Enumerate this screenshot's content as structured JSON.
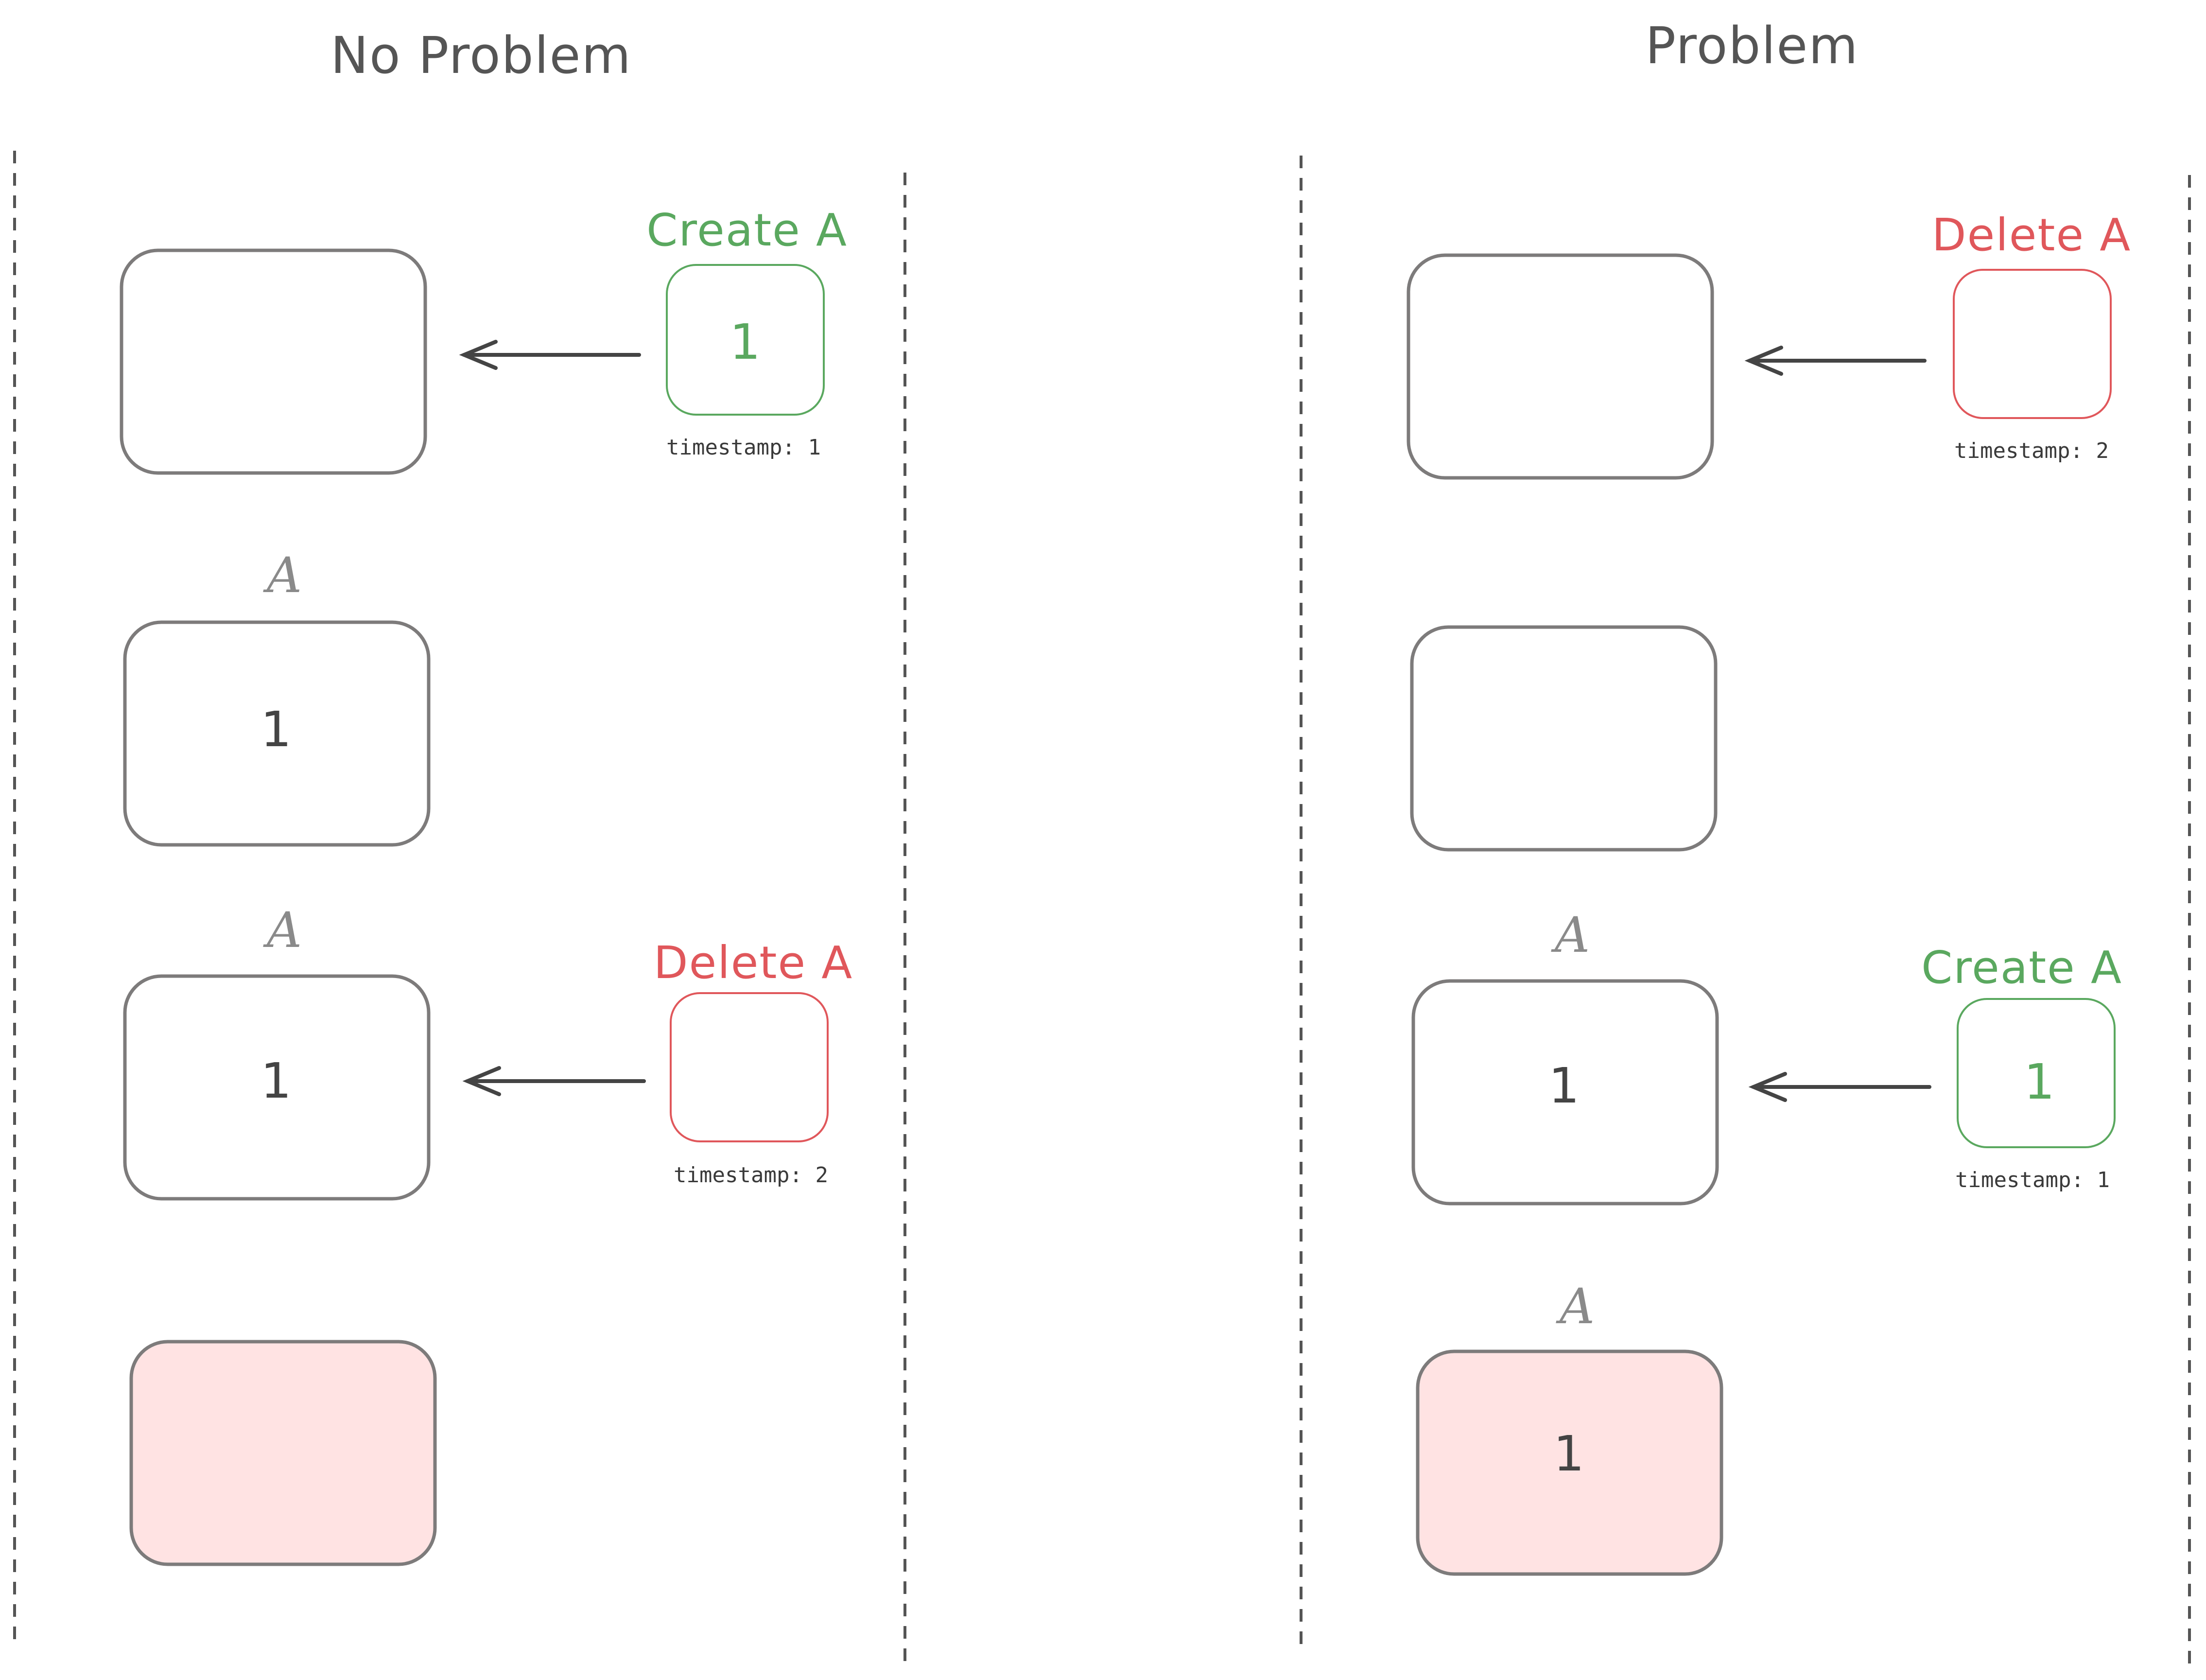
{
  "colors": {
    "create": "#5aa85f",
    "delete": "#e0575b",
    "box_stroke": "#7d7b7b",
    "deleted_fill": "#ffe3e3",
    "text": "#444444"
  },
  "panels": [
    {
      "title": "No Problem",
      "rows": [
        {
          "key": "",
          "value": "",
          "deleted": false,
          "op": {
            "label": "Create A",
            "value": "1",
            "kind": "create",
            "timestamp": "timestamp: 1"
          }
        },
        {
          "key": "A",
          "value": "1",
          "deleted": false,
          "op": null
        },
        {
          "key": "A",
          "value": "1",
          "deleted": false,
          "op": {
            "label": "Delete A",
            "value": "",
            "kind": "delete",
            "timestamp": "timestamp: 2"
          }
        },
        {
          "key": "",
          "value": "",
          "deleted": true,
          "op": null
        }
      ]
    },
    {
      "title": "Problem",
      "rows": [
        {
          "key": "",
          "value": "",
          "deleted": false,
          "op": {
            "label": "Delete A",
            "value": "",
            "kind": "delete",
            "timestamp": "timestamp: 2"
          }
        },
        {
          "key": "",
          "value": "",
          "deleted": false,
          "op": null
        },
        {
          "key": "A",
          "value": "1",
          "deleted": false,
          "op": {
            "label": "Create A",
            "value": "1",
            "kind": "create",
            "timestamp": "timestamp: 1"
          }
        },
        {
          "key": "A",
          "value": "1",
          "deleted": true,
          "op": null
        }
      ]
    }
  ]
}
